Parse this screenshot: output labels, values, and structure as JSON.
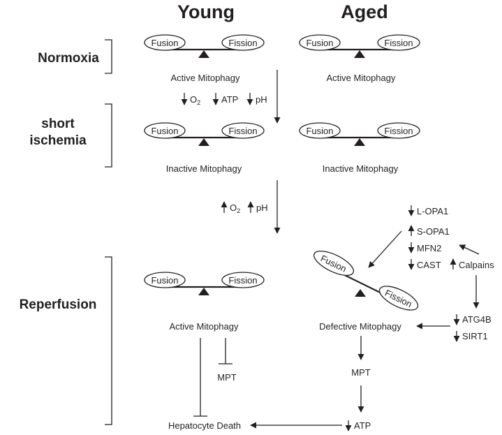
{
  "columns": {
    "young": "Young",
    "aged": "Aged"
  },
  "phases": {
    "normoxia": "Normoxia",
    "ischemia_line1": "short",
    "ischemia_line2": "ischemia",
    "reperfusion": "Reperfusion"
  },
  "balance": {
    "fusion": "Fusion",
    "fission": "Fission"
  },
  "states": {
    "active": "Active Mitophagy",
    "inactive": "Inactive Mitophagy",
    "defective": "Defective Mitophagy"
  },
  "ischemia_changes": [
    {
      "dir": "down",
      "label": "O",
      "sub": "2"
    },
    {
      "dir": "down",
      "label": "ATP",
      "sub": ""
    },
    {
      "dir": "down",
      "label": "pH",
      "sub": ""
    }
  ],
  "reperfusion_changes": [
    {
      "dir": "up",
      "label": "O",
      "sub": "2"
    },
    {
      "dir": "up",
      "label": "pH",
      "sub": ""
    }
  ],
  "aged_factors": [
    {
      "dir": "down",
      "label": "L-OPA1"
    },
    {
      "dir": "up",
      "label": "S-OPA1"
    },
    {
      "dir": "down",
      "label": "MFN2"
    },
    {
      "dir": "down",
      "label": "CAST"
    }
  ],
  "calpains": {
    "dir": "up",
    "label": "Calpains"
  },
  "calpain_targets": [
    {
      "dir": "down",
      "label": "ATG4B"
    },
    {
      "dir": "down",
      "label": "SIRT1"
    }
  ],
  "mpt": "MPT",
  "atp": {
    "dir": "down",
    "label": "ATP"
  },
  "death": "Hepatocyte Death"
}
